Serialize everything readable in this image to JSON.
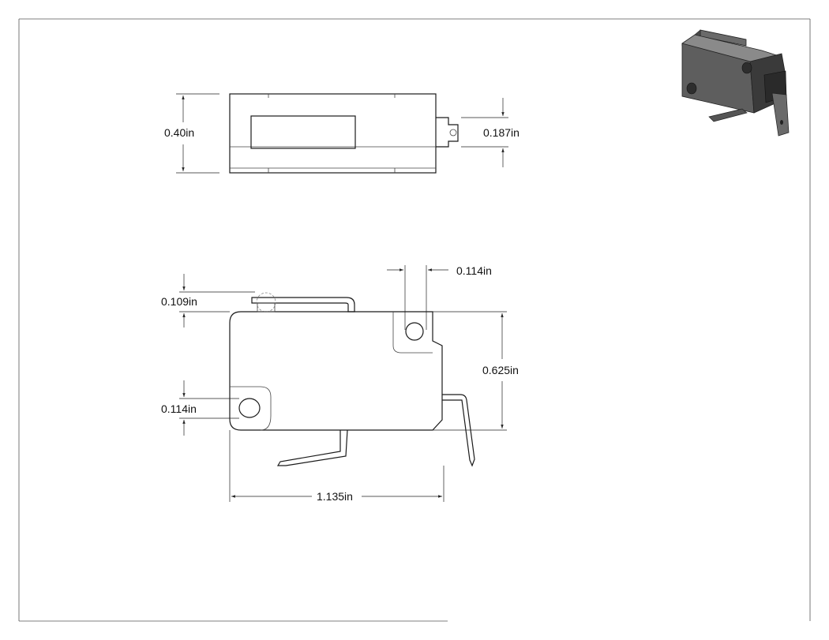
{
  "dimensions": {
    "height_top": "0.40in",
    "actuator_width": "0.187in",
    "hole_pitch_top": "0.114in",
    "lever_offset": "0.109in",
    "body_height": "0.625in",
    "hole_offset_left": "0.114in",
    "body_length": "1.135in"
  },
  "colors": {
    "line": "#1a1a1a",
    "iso_body": "#5e5e5e",
    "iso_dark": "#3a3a3a",
    "iso_light": "#8a8a8a"
  }
}
